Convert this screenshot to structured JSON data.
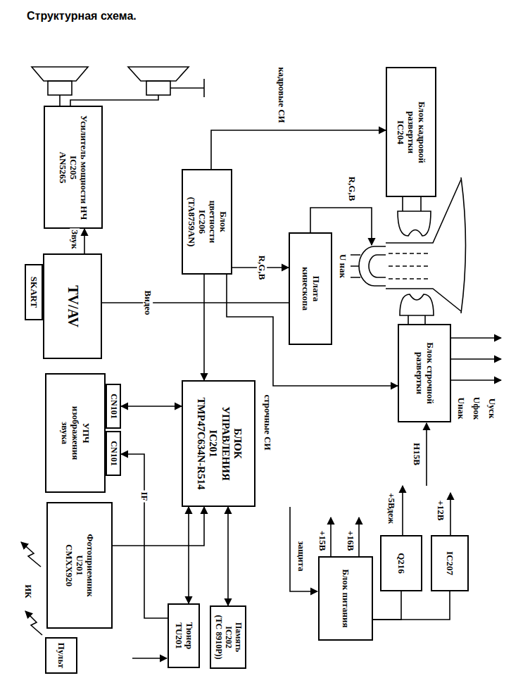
{
  "diagram": {
    "title": "Структурная схема.",
    "nodes": [
      {
        "text": [
          "Пульт"
        ]
      },
      {
        "text": [
          "Фотоприемник",
          "U201",
          "CMXX920"
        ]
      },
      {
        "text": [
          "Тюнер",
          "TU201"
        ]
      },
      {
        "text": [
          "Память",
          "IC202",
          "(TC 8910P))"
        ]
      },
      {
        "text": [
          "УПЧ",
          "изображения",
          "звука"
        ]
      },
      {
        "text": [
          "CN101"
        ]
      },
      {
        "text": [
          "CN101"
        ]
      },
      {
        "text": [
          "БЛОК",
          "УПРАВЛЕНИЯ",
          "IC201",
          "TMP47C634N-R514"
        ]
      },
      {
        "text": [
          "SKART"
        ]
      },
      {
        "text": [
          "TV/AV"
        ]
      },
      {
        "text": [
          "Усилитель мощности НЧ",
          "IC205",
          "AN5265"
        ]
      },
      {
        "text": [
          "Блок",
          "цветности",
          "IC206",
          "(TA8759AN)"
        ]
      },
      {
        "text": [
          "Плата",
          "кинескопа"
        ]
      },
      {
        "text": [
          "Блок кадровой",
          "развертки",
          "IC204"
        ]
      },
      {
        "text": [
          "Блок строчной",
          "развертки"
        ]
      },
      {
        "text": [
          "Блок питания"
        ]
      },
      {
        "text": [
          "Q216"
        ]
      },
      {
        "text": [
          "IC207"
        ]
      }
    ],
    "edges": [
      {
        "from": 1,
        "to": 7,
        "arrow": "to"
      },
      {
        "from": 2,
        "to": 6,
        "label": "IF",
        "arrow": "to"
      },
      {
        "from": 5,
        "to": 7,
        "arrow": "both"
      },
      {
        "from": 7,
        "to": 2,
        "arrow": "both"
      },
      {
        "from": 7,
        "to": 3,
        "arrow": "both"
      },
      {
        "from": 11,
        "to": 7,
        "arrow": "to"
      },
      {
        "from": 11,
        "to": 12,
        "label": "R,G,B",
        "arrow": "to"
      },
      {
        "from": 11,
        "to": 13,
        "label": "кадровые СИ",
        "arrow": "to"
      },
      {
        "from": 11,
        "to": 14,
        "label": "строчные СИ",
        "arrow": "to"
      },
      {
        "from": 9,
        "to": 12,
        "label": "Видео",
        "arrow": "none"
      },
      {
        "from": 9,
        "to": 10,
        "label": "Звук",
        "arrow": "to"
      },
      {
        "from": 15,
        "to": 16,
        "arrow": "none"
      },
      {
        "from": 15,
        "to": 17,
        "arrow": "none"
      }
    ],
    "labels": [
      "R,G,B",
      "U нак",
      "Uнак",
      "Uфок",
      "Uуск",
      "Н15В",
      "+15В",
      "+16В",
      "защита",
      "+5Вдеж",
      "+12В",
      "ИК"
    ]
  }
}
